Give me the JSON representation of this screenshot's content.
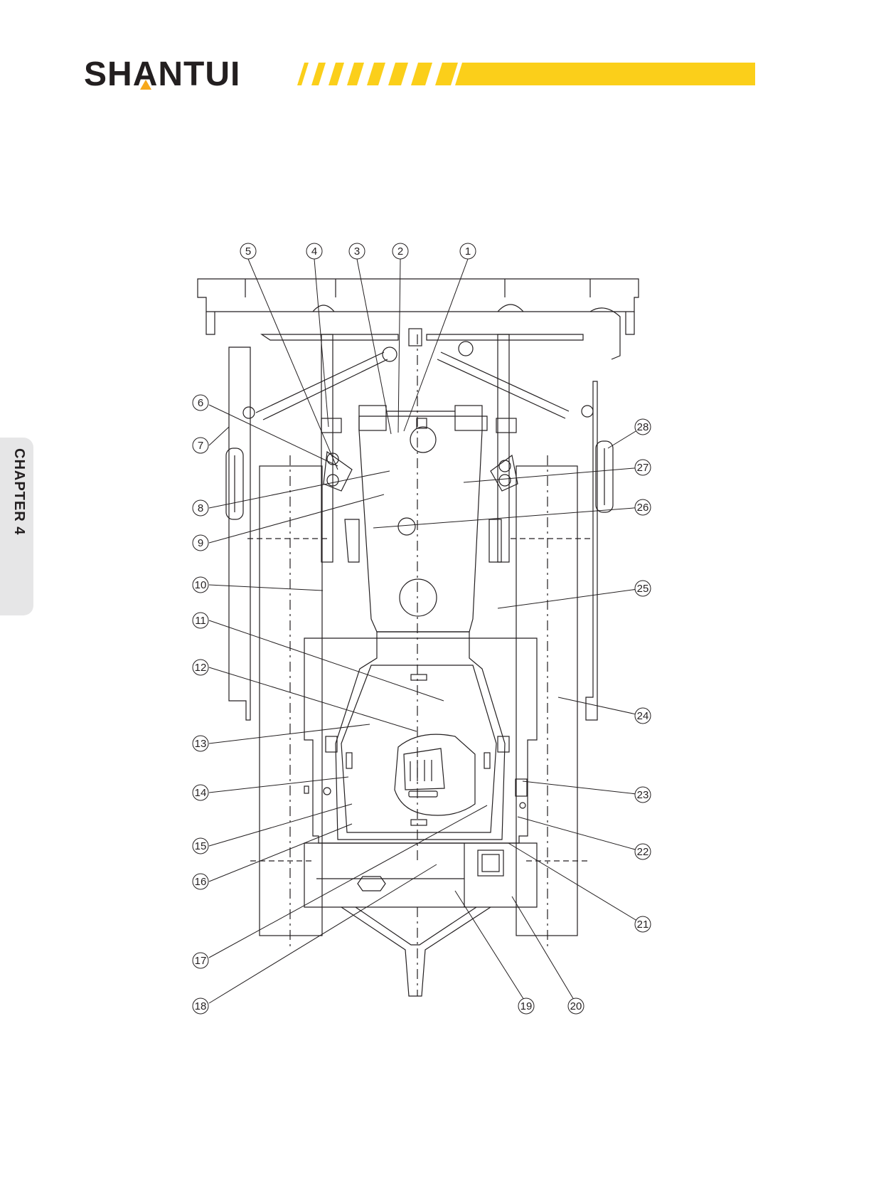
{
  "header": {
    "brand": "SHANTUI",
    "brand_before_mark": "SH",
    "brand_mark_letter": "A",
    "brand_after_mark": "NTUI",
    "accent_color": "#fbcf1a",
    "brand_color": "#231f20",
    "mark_color": "#f7a81b"
  },
  "chapter_tab": {
    "label": "CHAPTER 4",
    "background": "#e6e6e7"
  },
  "diagram": {
    "callouts": [
      "1",
      "2",
      "3",
      "4",
      "5",
      "6",
      "7",
      "8",
      "9",
      "10",
      "11",
      "12",
      "13",
      "14",
      "15",
      "16",
      "17",
      "18",
      "19",
      "20",
      "21",
      "22",
      "23",
      "24",
      "25",
      "26",
      "27",
      "28"
    ]
  }
}
